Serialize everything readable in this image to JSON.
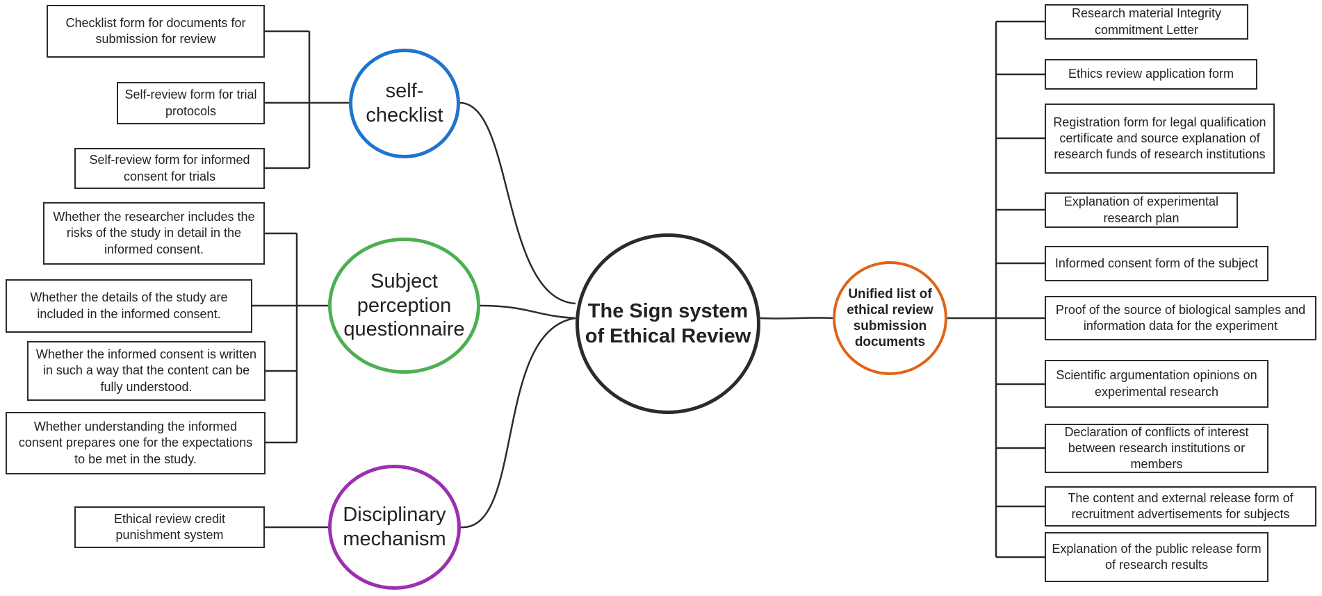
{
  "center": {
    "label": "The Sign system of Ethical Review"
  },
  "branches": {
    "self_checklist": {
      "label": "self-checklist",
      "color": "#1f74cc",
      "items": [
        "Checklist form for documents for submission for review",
        "Self-review form for trial protocols",
        "Self-review form for informed consent for trials"
      ]
    },
    "subject_perception": {
      "label": "Subject perception questionnaire",
      "color": "#4caf50",
      "items": [
        "Whether the researcher includes the risks of the study in detail in the informed consent.",
        "Whether the details of the study are included in the informed consent.",
        "Whether the informed consent is written in such a way that the content can be fully understood.",
        "Whether understanding the informed consent prepares one for the expectations to be met in the study."
      ]
    },
    "disciplinary": {
      "label": "Disciplinary mechanism",
      "color": "#9c2fb0",
      "items": [
        "Ethical review credit punishment system"
      ]
    },
    "unified_list": {
      "label": "Unified list of ethical review submission documents",
      "color": "#e06318",
      "items": [
        "Research material Integrity commitment Letter",
        "Ethics review application form",
        "Registration form for legal qualification certificate and source explanation of research funds of research institutions",
        "Explanation of experimental research plan",
        "Informed consent form of the subject",
        "Proof of the source of biological samples and information data for the experiment",
        "Scientific argumentation opinions on experimental research",
        "Declaration of conflicts of interest between research institutions or members",
        "The content and external release form of recruitment advertisements for subjects",
        "Explanation of the public release form of research results"
      ]
    }
  }
}
